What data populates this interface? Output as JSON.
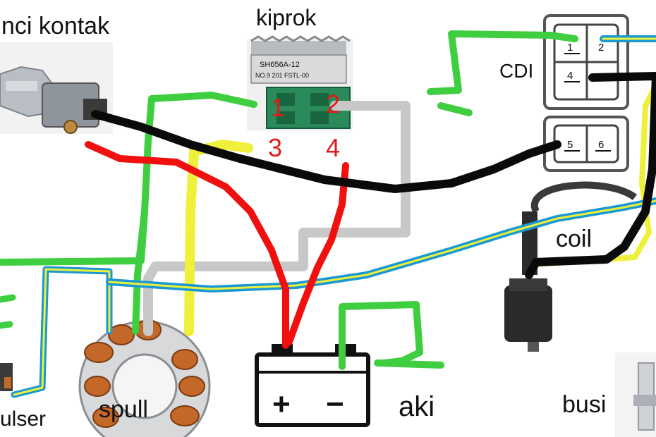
{
  "labels": {
    "kunci_kontak": "nci kontak",
    "kiprok": "kiprok",
    "cdi": "CDI",
    "coil": "coil",
    "pulser": "ulser",
    "spull": "spull",
    "aki": "aki",
    "busi": "busi"
  },
  "kiprok_chip": {
    "line1": "SH656A-12",
    "line2": "NO.9  201 FSTL-00",
    "pins": [
      "1",
      "2",
      "3",
      "4"
    ]
  },
  "cdi_pins": [
    "1",
    "2",
    "4",
    "5",
    "6"
  ],
  "battery": {
    "plus": "+",
    "minus": "−"
  },
  "wire_colors": {
    "black": "#0a0a0a",
    "red": "#f01010",
    "green": "#3fce3f",
    "yellow": "#eef03a",
    "blue": "#1a98d4",
    "gray": "#c8c8c8"
  }
}
